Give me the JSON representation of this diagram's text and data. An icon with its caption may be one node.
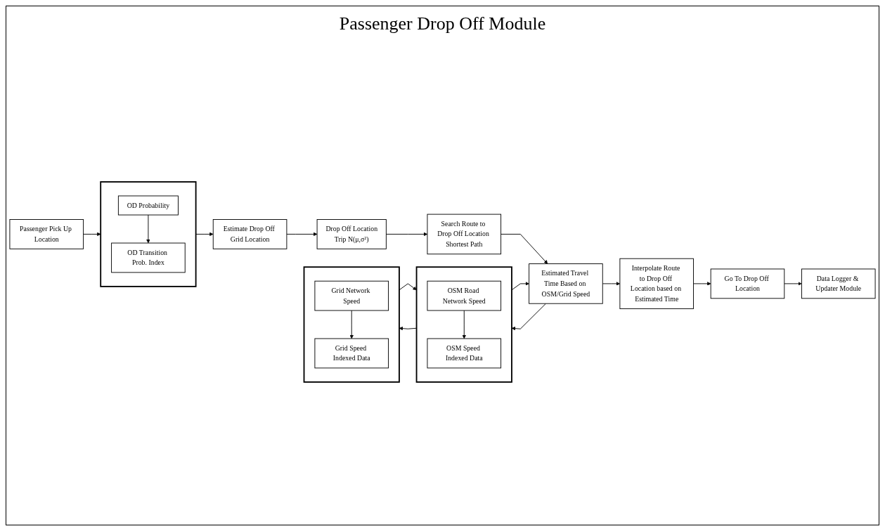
{
  "diagram": {
    "title": "Passenger Drop Off Module",
    "nodes": [
      {
        "text": [
          "Passenger Pick Up Location"
        ]
      },
      {
        "text": [],
        "shape": "box"
      },
      {
        "text": [
          "OD Probability"
        ],
        "in": 1
      },
      {
        "text": [
          "OD Transition Prob. Index"
        ],
        "in": 1
      },
      {
        "text": [
          "Estimate Drop Off Grid Location"
        ]
      },
      {
        "text": [
          "Drop Off Location",
          "Trip N(μ,σ²)"
        ]
      },
      {
        "text": [
          "Search Route to Drop Off Location Shortest Path"
        ]
      },
      {
        "text": [
          "Estimated Travel Time Based on OSM/Grid Speed"
        ]
      },
      {
        "text": [],
        "shape": "box"
      },
      {
        "text": [
          "OSM Road Network Speed"
        ],
        "in": 8
      },
      {
        "text": [
          "OSM Speed Indexed Data"
        ],
        "in": 8
      },
      {
        "text": [],
        "shape": "box"
      },
      {
        "text": [
          "Grid Network Speed"
        ],
        "in": 11
      },
      {
        "text": [
          "Grid Speed Indexed Data"
        ],
        "in": 11
      },
      {
        "text": [
          "Interpolate Route to Drop Off Location based on Estimated Time"
        ]
      },
      {
        "text": [
          "Go To Drop Off Location"
        ]
      },
      {
        "text": [
          "Data Logger & Updater Module"
        ]
      }
    ],
    "edges": [
      {
        "from": 0,
        "to": 1,
        "arrow": "to"
      },
      {
        "from": 2,
        "to": 3,
        "arrow": "to"
      },
      {
        "from": 1,
        "to": 4,
        "arrow": "to"
      },
      {
        "from": 4,
        "to": 5,
        "arrow": "to"
      },
      {
        "from": 5,
        "to": 6,
        "arrow": "to"
      },
      {
        "from": 6,
        "to": 7,
        "arrow": "to"
      },
      {
        "from": 7,
        "to": 8,
        "arrow": "to"
      },
      {
        "from": 8,
        "to": 7,
        "arrow": "to"
      },
      {
        "from": 8,
        "to": 11,
        "arrow": "to"
      },
      {
        "from": 11,
        "to": 8,
        "arrow": "to"
      },
      {
        "from": 7,
        "to": 14,
        "arrow": "to"
      },
      {
        "from": 14,
        "to": 15,
        "arrow": "to"
      },
      {
        "from": 15,
        "to": 16,
        "arrow": "to"
      },
      {
        "from": 9,
        "to": 10,
        "arrow": "to"
      },
      {
        "from": 12,
        "to": 13,
        "arrow": "to"
      }
    ]
  }
}
